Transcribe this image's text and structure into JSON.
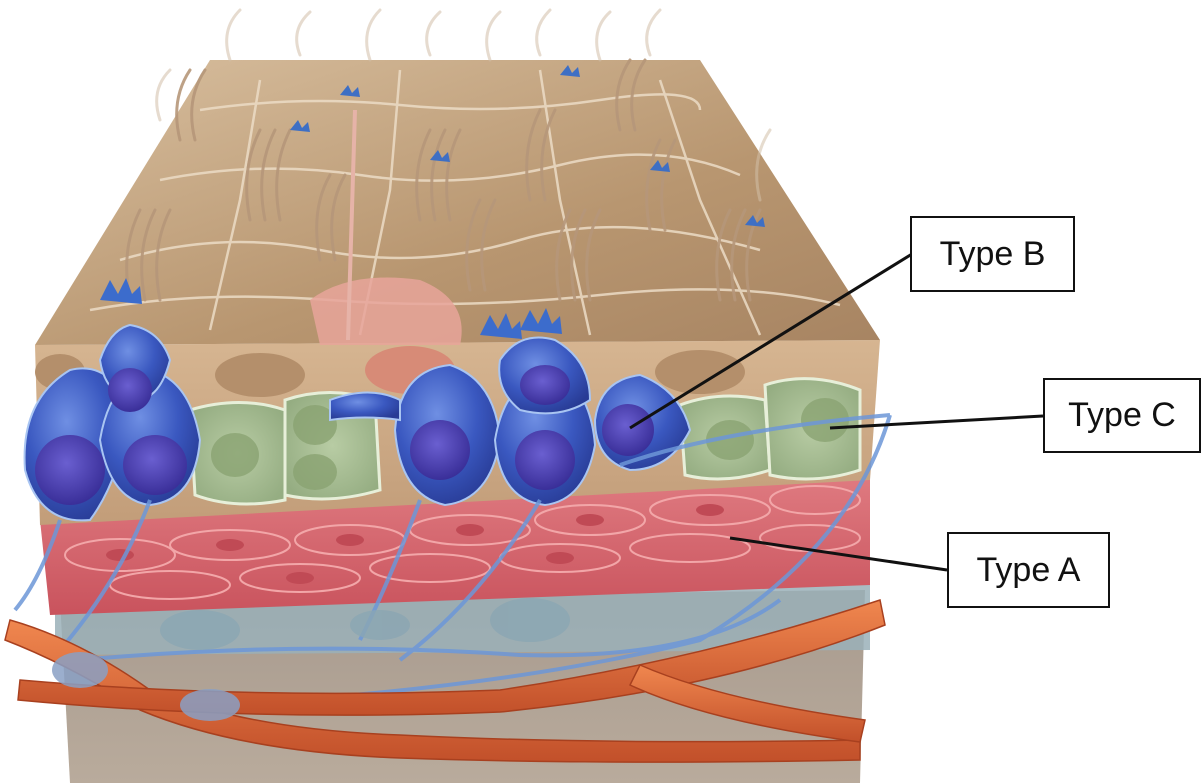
{
  "labels": {
    "type_b": "Type B",
    "type_c": "Type C",
    "type_a": "Type A"
  },
  "colors": {
    "type_b_cells": "#3b63c4",
    "type_c_cells": "#9bb58a",
    "type_a_layer": "#d9646c",
    "tissue_surface": "#c9a77f",
    "base_tissue": "#a8978a",
    "blood_vessel": "#e06a3a",
    "hair_bundles": "#b6977a"
  }
}
